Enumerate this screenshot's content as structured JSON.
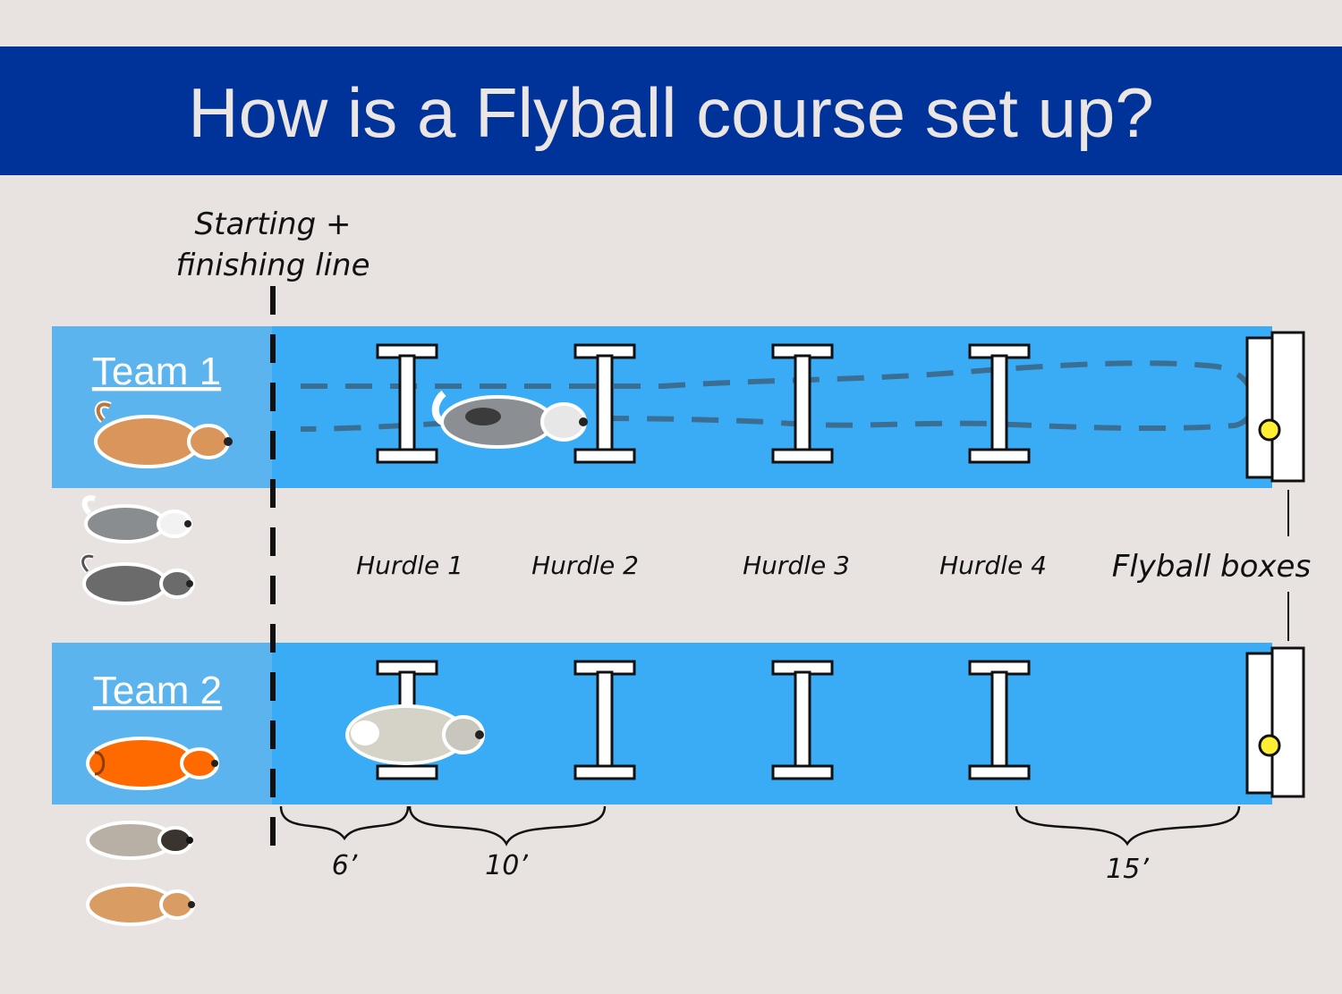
{
  "title": "How is a Flyball course set up?",
  "start_line_label": [
    "Starting +",
    "finishing line"
  ],
  "teams": [
    {
      "label": "Team 1"
    },
    {
      "label": "Team 2"
    }
  ],
  "hurdles": [
    "Hurdle 1",
    "Hurdle 2",
    "Hurdle 3",
    "Hurdle 4"
  ],
  "boxes_label": "Flyball boxes",
  "distances": [
    "6’",
    "10’",
    "15’"
  ],
  "colors": {
    "banner": "#003399",
    "background": "#e8e3e0",
    "lane": "#3aabf5",
    "team_area": "#5bb4ee",
    "path": "#3a6e93",
    "ball": "#ffee33"
  }
}
